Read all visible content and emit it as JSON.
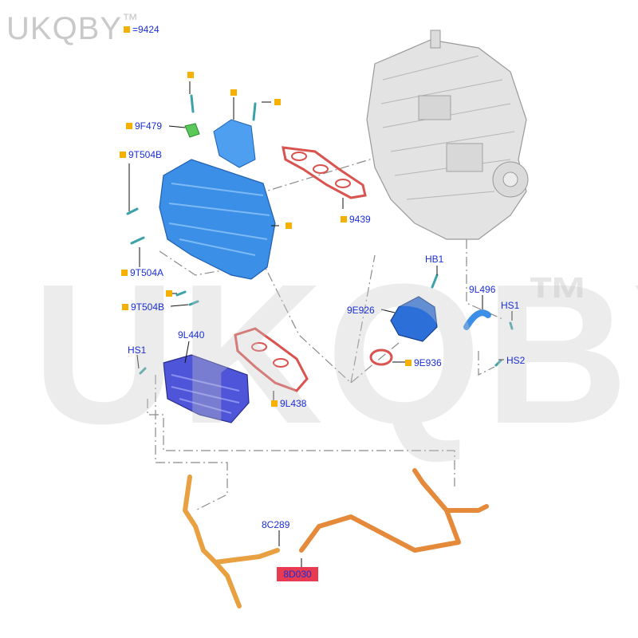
{
  "watermark": {
    "brand": "UKQBY",
    "trademark": "™"
  },
  "legend": {
    "marker": "■",
    "text": "=9424"
  },
  "callouts": {
    "c_9F479": "9F479",
    "c_9T504B_top": "9T504B",
    "c_9T504A": "9T504A",
    "c_9T504B_bottom": "9T504B",
    "c_9439": "9439",
    "c_HB1": "HB1",
    "c_9L496": "9L496",
    "c_HS1_right": "HS1",
    "c_9E926": "9E926",
    "c_9E936": "9E936",
    "c_HS2": "HS2",
    "c_9L440": "9L440",
    "c_HS1_left": "HS1",
    "c_9L438": "9L438",
    "c_8C289": "8C289",
    "c_8D030": "8D030"
  },
  "colors": {
    "label_blue": "#1b2fd6",
    "marker_orange": "#f5b000",
    "part_blue": "#3c8fe6",
    "hose_orange": "#e58a3a",
    "highlight_red": "#e83a50",
    "engine_grey": "#e3e3e3"
  }
}
